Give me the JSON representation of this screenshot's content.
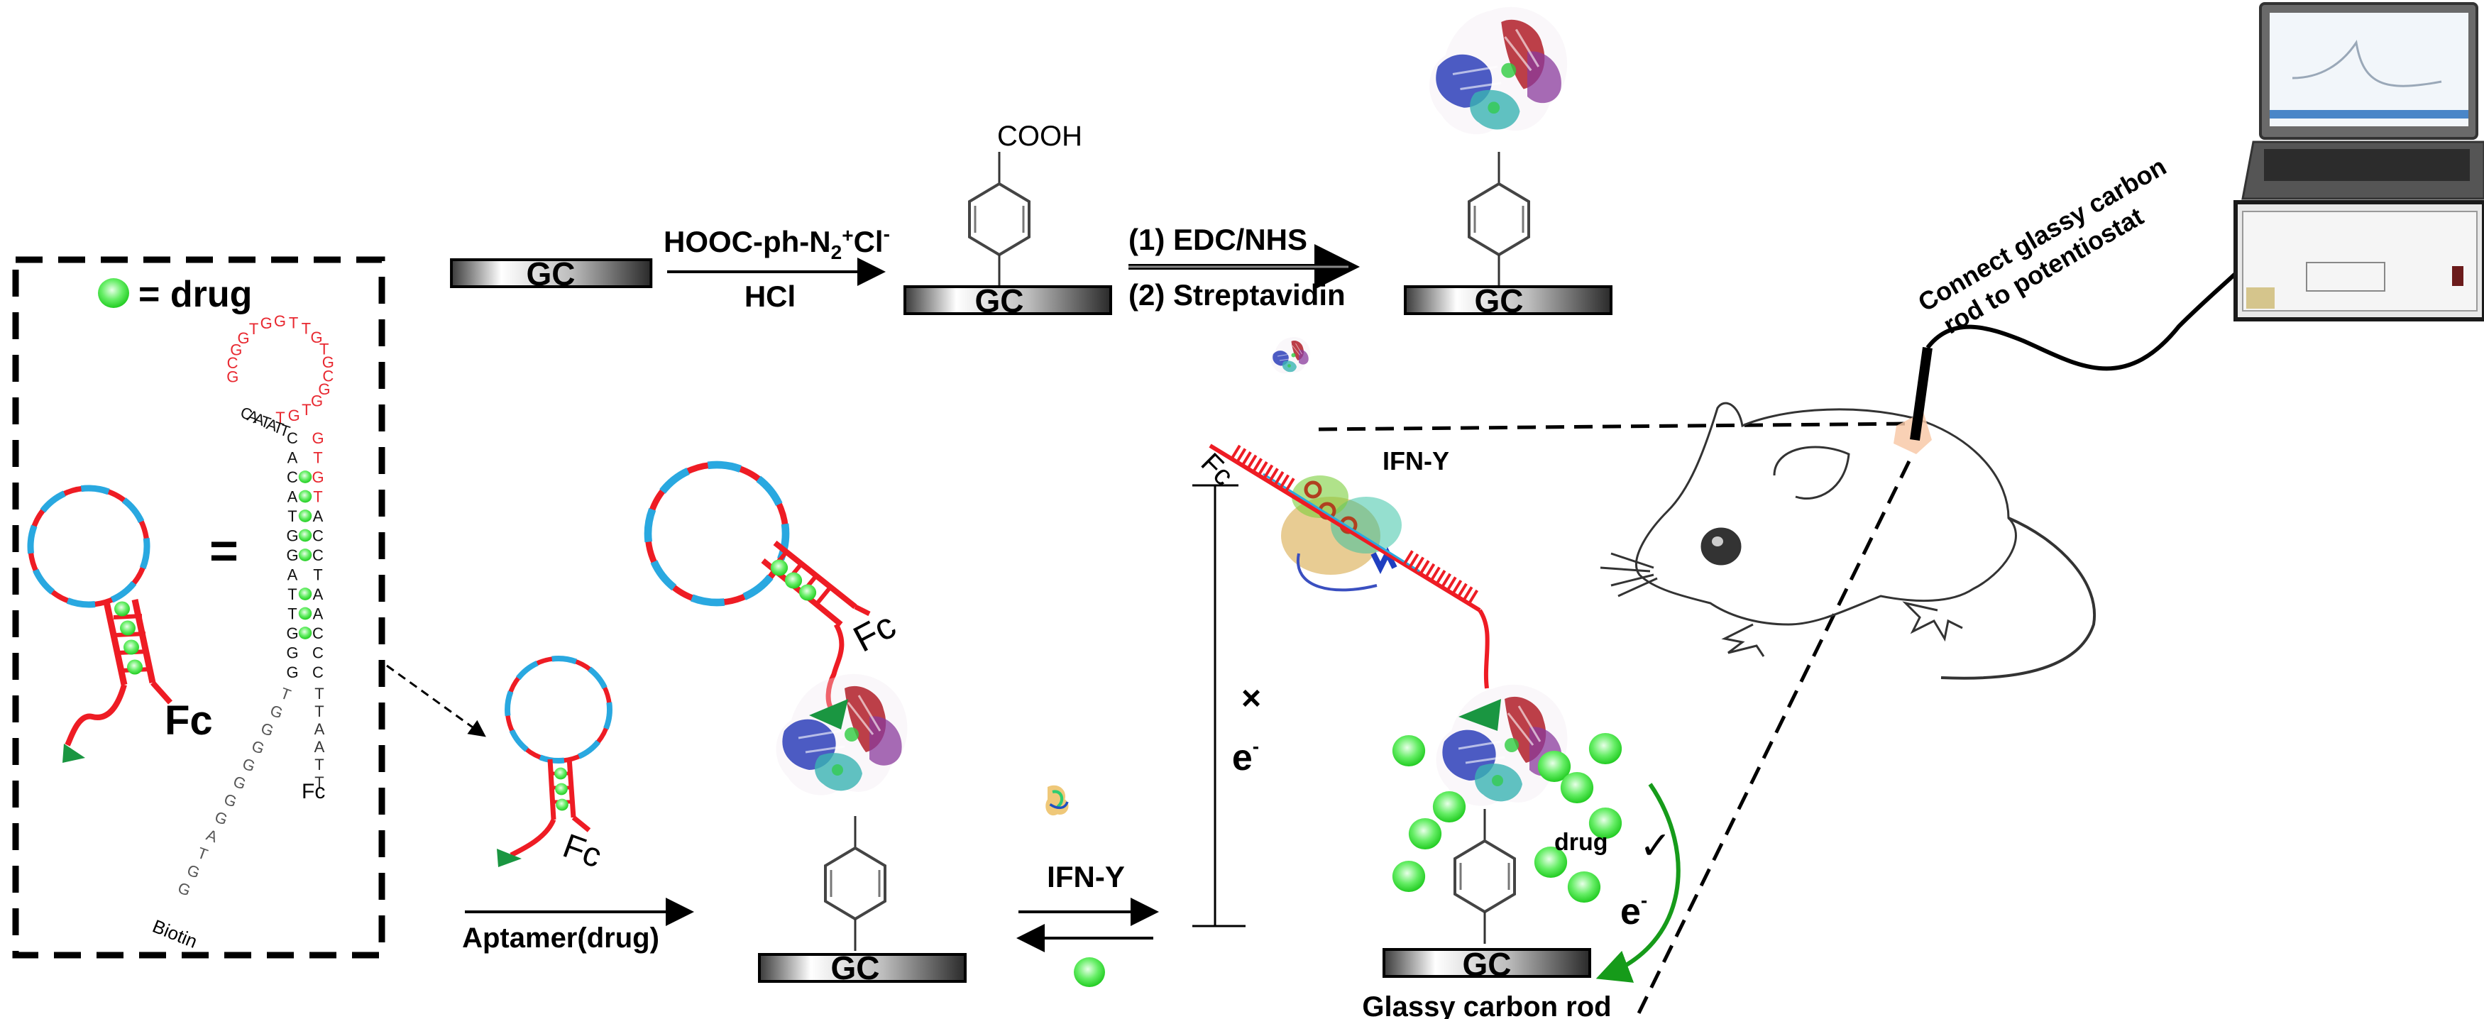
{
  "legend": {
    "drug_symbol_label": "= drug"
  },
  "electrode": {
    "label": "GC",
    "rod_caption": "Glassy carbon rod"
  },
  "step1": {
    "reagent_top": "HOOC-ph-N",
    "reagent_sub": "2",
    "reagent_sup": "+",
    "reagent_tail": "Cl",
    "reagent_tail_sup": "-",
    "reagent_bottom": "HCl",
    "product_group": "COOH"
  },
  "step2": {
    "reagent_top": "(1) EDC/NHS",
    "reagent_bottom": "(2) Streptavidin"
  },
  "aptamer_box": {
    "equals": "=",
    "fc_label": "Fc",
    "biotin_label": "Biotin",
    "fc_small_label": "Fc",
    "loop_sequence": [
      "G",
      "C",
      "G",
      "G",
      "T",
      "G",
      "G",
      "T",
      "T",
      "G",
      "T",
      "G",
      "C",
      "G",
      "G",
      "T",
      "G",
      "T"
    ],
    "stem_left": [
      "C",
      "A",
      "C",
      "A",
      "T",
      "G",
      "G",
      "A",
      "T",
      "T",
      "G",
      "G",
      "G"
    ],
    "stem_right": [
      "G",
      "T",
      "G",
      "T",
      "A",
      "C",
      "C",
      "T",
      "A",
      "A",
      "C",
      "C",
      "C"
    ],
    "tail_left": [
      "T",
      "G",
      "G",
      "G",
      "G",
      "G",
      "G",
      "G",
      "A",
      "T",
      "G",
      "G"
    ],
    "tail_right": [
      "T",
      "T",
      "A",
      "A",
      "T",
      "T"
    ],
    "junction": "CAATATT"
  },
  "step3": {
    "reagent": "Aptamer(drug)",
    "fc_label": "Fc"
  },
  "step4": {
    "forward_label": "IFN-Y",
    "fc_label": "Fc"
  },
  "result": {
    "target_label": "IFN-Y",
    "fc_label": "Fc",
    "blocked_mark": "×",
    "blocked_electron": "e",
    "electron_sup": "-",
    "drug_label": "drug",
    "check_mark": "✓",
    "electron": "e"
  },
  "instrument": {
    "caption_line1": "Connect glassy carbon",
    "caption_line2": "rod to potentiostat"
  },
  "colors": {
    "aptamer_red": "#ee1c24",
    "aptamer_blue": "#29a8e0",
    "drug_green": "#33dd33",
    "biotin_green": "#1a9641",
    "arrow_green": "#169b1a",
    "seq_red": "#e8272f",
    "burst": "#f8c9a8"
  }
}
